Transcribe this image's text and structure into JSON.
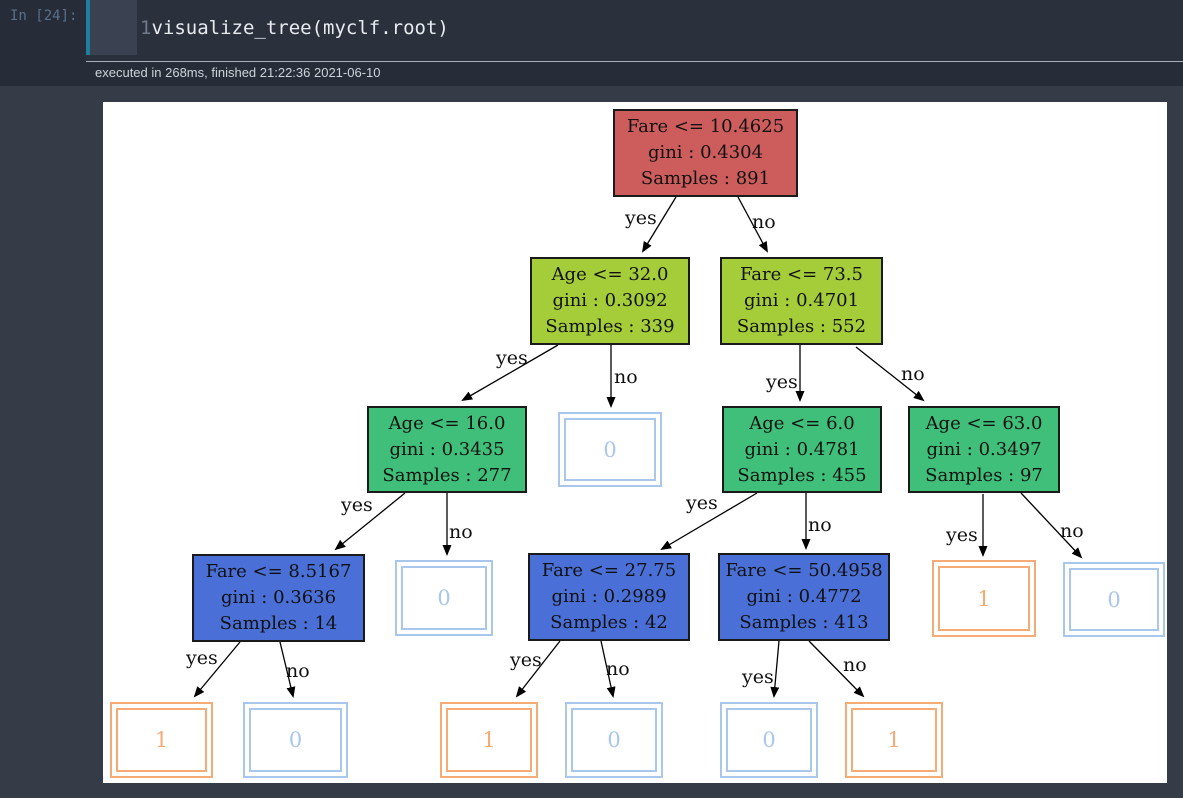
{
  "notebook": {
    "prompt": "In [24]:",
    "code_line_number": "1",
    "code": "visualize_tree(myclf.root)",
    "execution_status": "executed in 268ms, finished 21:22:36 2021-06-10"
  },
  "colors": {
    "page_background": "#353c48",
    "cell_background": "#262d39",
    "input_background": "#2a313d",
    "gutter_background": "#3a4150",
    "selection_bar": "#1e7f9e",
    "figure_background": "#ffffff",
    "node_depth1": "#cd5c5c",
    "node_depth2": "#a5cd3a",
    "node_depth3": "#3fbf79",
    "node_depth4": "#4a6fd6",
    "leaf_orange": "#f5ab76",
    "leaf_blue": "#a9c6ec",
    "edge": "#000000"
  },
  "tree": {
    "edge_labels": {
      "yes": "yes",
      "no": "no"
    },
    "nodes": [
      {
        "line1": "Fare <= 10.4625",
        "line2": "gini : 0.4304",
        "line3": "Samples : 891"
      },
      {
        "line1": "Age <= 32.0",
        "line2": "gini : 0.3092",
        "line3": "Samples : 339"
      },
      {
        "line1": "Fare <= 73.5",
        "line2": "gini : 0.4701",
        "line3": "Samples : 552"
      },
      {
        "line1": "Age <= 16.0",
        "line2": "gini : 0.3435",
        "line3": "Samples : 277"
      },
      {
        "line1": "Age <= 6.0",
        "line2": "gini : 0.4781",
        "line3": "Samples : 455"
      },
      {
        "line1": "Age <= 63.0",
        "line2": "gini : 0.3497",
        "line3": "Samples : 97"
      },
      {
        "line1": "Fare <= 8.5167",
        "line2": "gini : 0.3636",
        "line3": "Samples : 14"
      },
      {
        "line1": "Fare <= 27.75",
        "line2": "gini : 0.2989",
        "line3": "Samples : 42"
      },
      {
        "line1": "Fare <= 50.4958",
        "line2": "gini : 0.4772",
        "line3": "Samples : 413"
      }
    ],
    "leaves": [
      {
        "value": "0"
      },
      {
        "value": "0"
      },
      {
        "value": "1"
      },
      {
        "value": "0"
      },
      {
        "value": "1"
      },
      {
        "value": "0"
      },
      {
        "value": "1"
      },
      {
        "value": "0"
      },
      {
        "value": "0"
      },
      {
        "value": "1"
      }
    ],
    "structure": {
      "root": "Fare <= 10.4625",
      "yes": {
        "node": "Age <= 32.0",
        "yes": {
          "node": "Age <= 16.0",
          "yes": {
            "node": "Fare <= 8.5167",
            "yes": "1",
            "no": "0"
          },
          "no": "0"
        },
        "no": "0"
      },
      "no": {
        "node": "Fare <= 73.5",
        "yes": {
          "node": "Age <= 6.0",
          "yes": {
            "node": "Fare <= 27.75",
            "yes": "1",
            "no": "0"
          },
          "no": {
            "node": "Fare <= 50.4958",
            "yes": "0",
            "no": "1"
          }
        },
        "no": {
          "node": "Age <= 63.0",
          "yes": "1",
          "no": "0"
        }
      }
    }
  }
}
